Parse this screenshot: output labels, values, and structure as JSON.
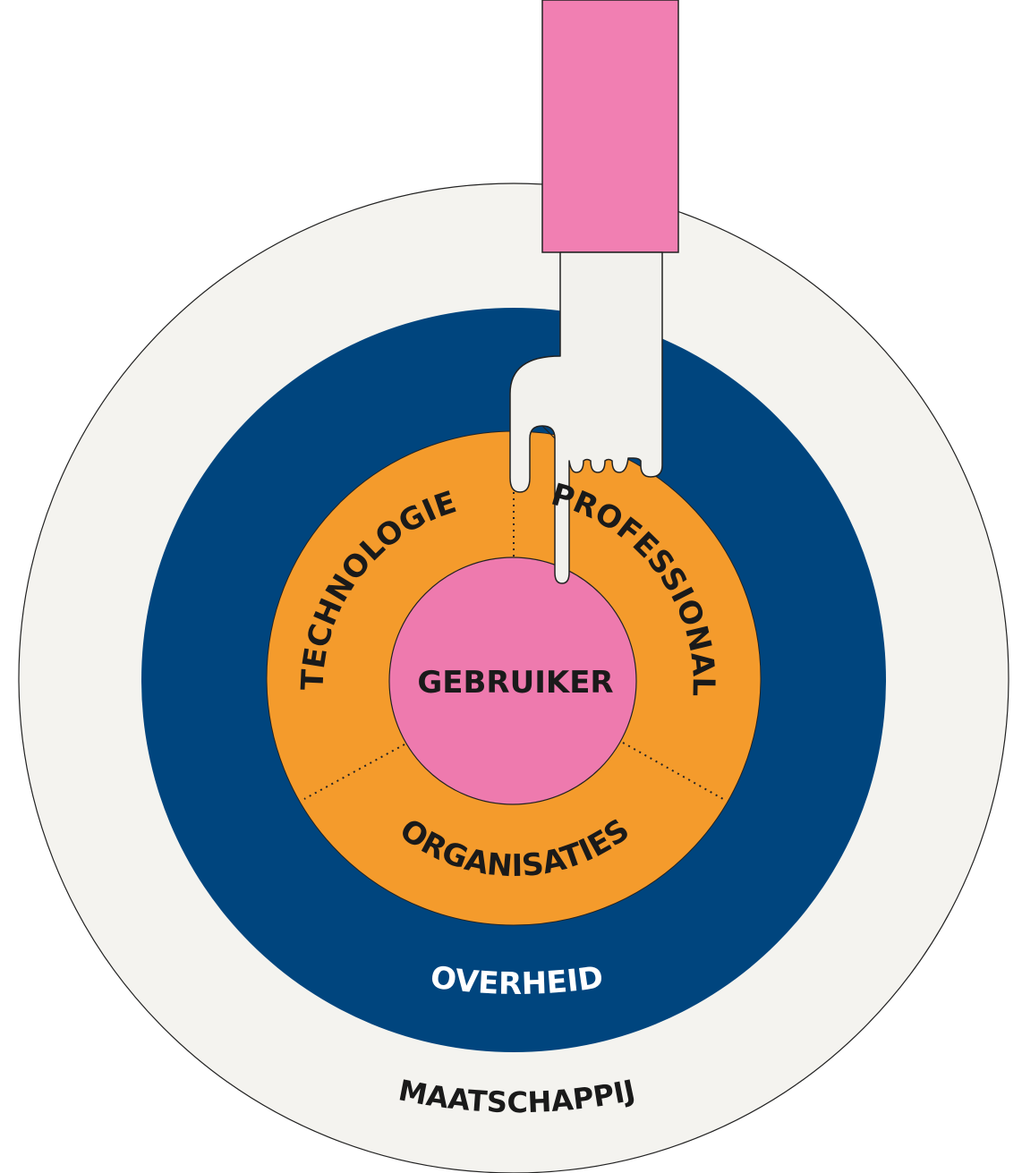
{
  "diagram": {
    "rings": {
      "outer": {
        "label": "MAATSCHAPPIJ",
        "color": "#f4f3ef"
      },
      "blue": {
        "label": "OVERHEID",
        "color": "#00457e"
      },
      "orange": {
        "color": "#f49b2c"
      },
      "center": {
        "label": "GEBRUIKER",
        "color": "#ee7aae"
      }
    },
    "segments": [
      {
        "label": "TECHNOLOGIE"
      },
      {
        "label": "PROFESSIONALS"
      },
      {
        "label": "ORGANISATIES"
      }
    ],
    "illustration": {
      "icon": "hand-with-fork-icon",
      "sleeve_color": "#f17fb2",
      "hand_color": "#f2f1ed"
    }
  }
}
